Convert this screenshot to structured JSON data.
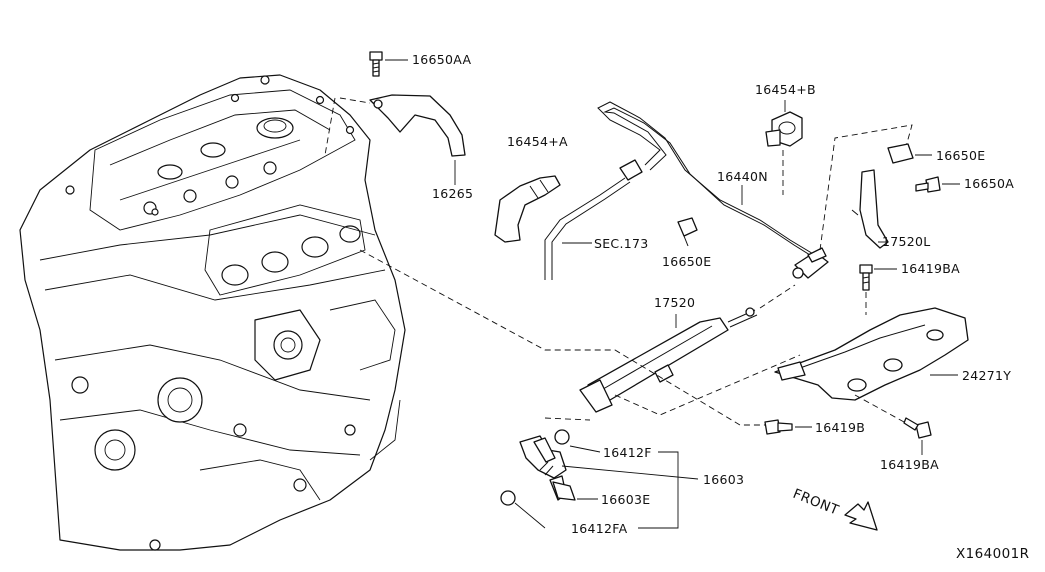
{
  "labels": {
    "p16650AA": "16650AA",
    "p16265": "16265",
    "p16454A": "16454+A",
    "pSEC173": "SEC.173",
    "p16650E_a": "16650E",
    "p16440N": "16440N",
    "p16454B": "16454+B",
    "p16650E_b": "16650E",
    "p16650A": "16650A",
    "p17520L": "17520L",
    "p16419BA_a": "16419BA",
    "p17520": "17520",
    "p24271Y": "24271Y",
    "p16419B": "16419B",
    "p16419BA_b": "16419BA",
    "p16412F": "16412F",
    "p16603": "16603",
    "p16603E": "16603E",
    "p16412FA": "16412FA",
    "front": "FRONT",
    "diagram_id": "X164001R"
  },
  "icons": {
    "front_arrow": "arrow-right-down-icon"
  }
}
